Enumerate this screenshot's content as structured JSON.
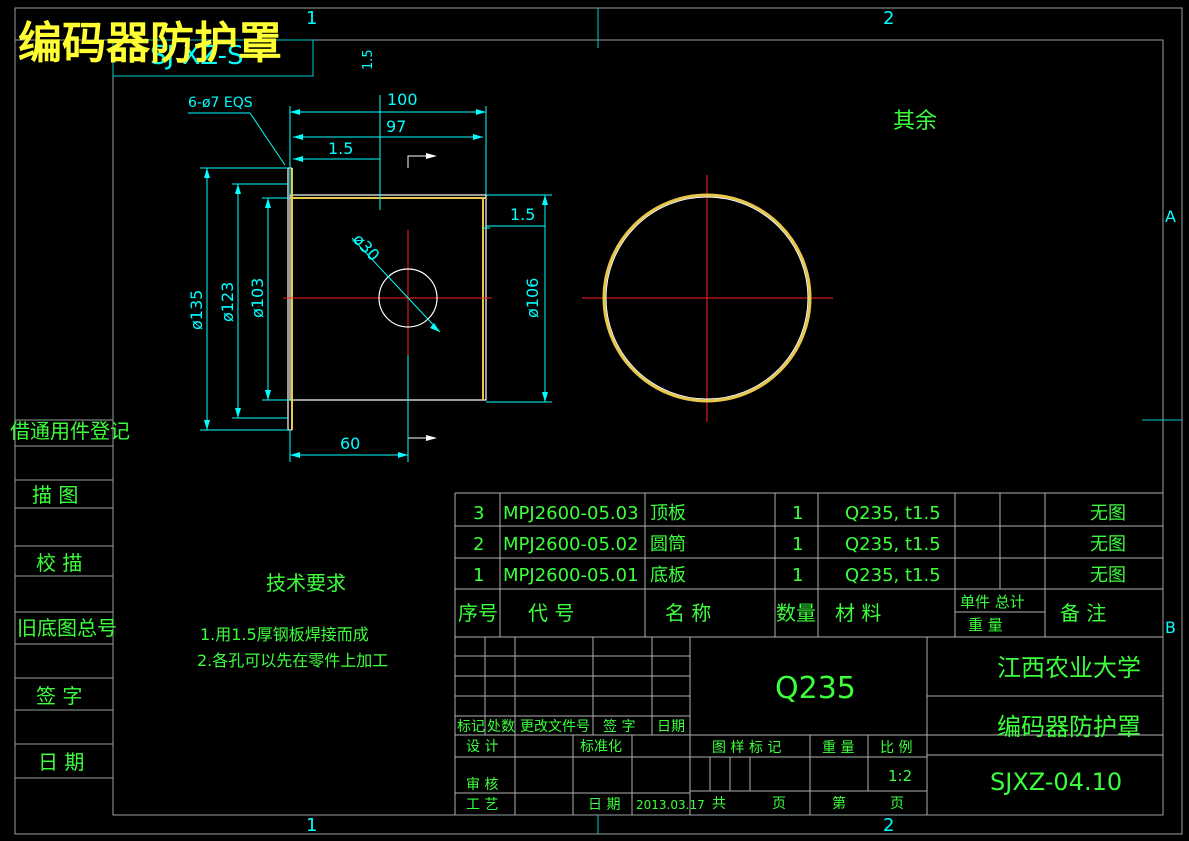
{
  "title": "编码器防护罩",
  "title_overlap": "SJ  XZ-S",
  "zone_numbers": {
    "col1": "1",
    "col2": "2",
    "rowA": "A",
    "rowB": "B"
  },
  "roughness": "其余",
  "hole_note": "6-ø7 EQS",
  "small_note_top": "1.5",
  "dims": {
    "d100": "100",
    "d97": "97",
    "d1_5a": "1.5",
    "d1_5b": "1.5",
    "d30": "ø30",
    "d135": "ø135",
    "d123": "ø123",
    "d103": "ø103",
    "d106": "ø106",
    "d60": "60"
  },
  "left_column": [
    "借通用件登记",
    "描  图",
    "校  描",
    "旧底图总号",
    "签  字",
    "日  期"
  ],
  "tech_req": {
    "heading": "技术要求",
    "line1": "1.用1.5厚钢板焊接而成",
    "line2": "2.各孔可以先在零件上加工"
  },
  "parts": [
    {
      "no": "3",
      "code": "MPJ2600-05.03",
      "name": "顶板",
      "qty": "1",
      "material": "Q235, t1.5",
      "note": "无图"
    },
    {
      "no": "2",
      "code": "MPJ2600-05.02",
      "name": "圆筒",
      "qty": "1",
      "material": "Q235, t1.5",
      "note": "无图"
    },
    {
      "no": "1",
      "code": "MPJ2600-05.01",
      "name": "底板",
      "qty": "1",
      "material": "Q235, t1.5",
      "note": "无图"
    }
  ],
  "parts_header": {
    "no": "序号",
    "code": "代   号",
    "name": "名   称",
    "qty": "数量",
    "material": "材     料",
    "unit_total_1": "单件 总计",
    "unit_total_2": "重   量",
    "note": "备   注"
  },
  "title_block": {
    "material": "Q235",
    "school": "江西农业大学",
    "part_name": "编码器防护罩",
    "drawing_no": "SJXZ-04.10",
    "rev_headers": [
      "标记",
      "处数",
      "更改文件号",
      "签  字",
      "日期"
    ],
    "design": "设 计",
    "standard": "标准化",
    "mark": "图 样 标 记",
    "weight": "重 量",
    "scale_label": "比 例",
    "scale": "1:2",
    "review": "审 核",
    "process": "工 艺",
    "date_label": "日 期",
    "date": "2013.03.17",
    "total": "共",
    "page": "页",
    "no_label": "第",
    "page2": "页"
  }
}
